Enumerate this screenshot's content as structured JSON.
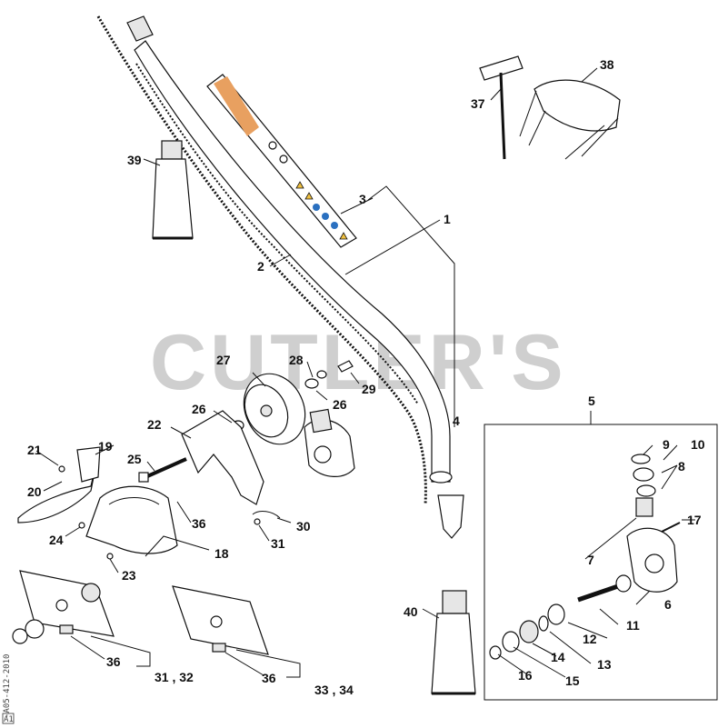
{
  "watermark": "CUTLER'S",
  "side_code": "-A05-412-2010",
  "corner_mark": "A1",
  "labels": {
    "l1": "1",
    "l2": "2",
    "l3": "3",
    "l4": "4",
    "l5": "5",
    "l6": "6",
    "l7": "7",
    "l8": "8",
    "l9": "9",
    "l10": "10",
    "l11": "11",
    "l12": "12",
    "l13": "13",
    "l14": "14",
    "l15": "15",
    "l16": "16",
    "l17": "17",
    "l18": "18",
    "l19": "19",
    "l20": "20",
    "l21": "21",
    "l22": "22",
    "l23": "23",
    "l24": "24",
    "l25": "25",
    "l26a": "26",
    "l26b": "26",
    "l27": "27",
    "l28": "28",
    "l29": "29",
    "l30": "30",
    "l31": "31",
    "l31_32": "31 , 32",
    "l33_34": "33 , 34",
    "l36a": "36",
    "l36b": "36",
    "l36c": "36",
    "l37": "37",
    "l38": "38",
    "l39": "39",
    "l40": "40"
  }
}
